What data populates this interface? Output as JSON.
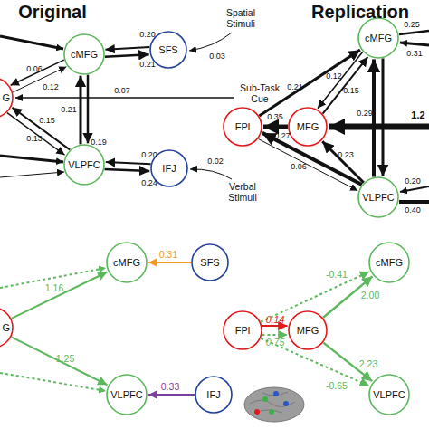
{
  "diagram": {
    "nodes": [
      {
        "text": [
          "cMFG"
        ]
      },
      {
        "text": [
          "SFS"
        ]
      },
      {
        "text": [
          "G"
        ]
      },
      {
        "text": [
          "VLPFC"
        ]
      },
      {
        "text": [
          "IFJ"
        ]
      },
      {
        "text": [
          "cMFG"
        ]
      },
      {
        "text": [
          "FPl"
        ]
      },
      {
        "text": [
          "MFG"
        ]
      },
      {
        "text": [
          "VLPFC"
        ]
      },
      {
        "text": [
          "cMFG"
        ]
      },
      {
        "text": [
          "SFS"
        ]
      },
      {
        "text": [
          "G"
        ]
      },
      {
        "text": [
          "VLPFC"
        ]
      },
      {
        "text": [
          "IFJ"
        ]
      },
      {
        "text": [
          "cMFG"
        ]
      },
      {
        "text": [
          "FPl"
        ]
      },
      {
        "text": [
          "MFG"
        ]
      },
      {
        "text": [
          "VLPFC"
        ]
      }
    ],
    "edges": [
      {
        "from": 1,
        "to": 0,
        "label": "0.20",
        "arrow": "to"
      },
      {
        "from": 0,
        "to": 1,
        "label": "0.21",
        "arrow": "to"
      },
      {
        "from": 3,
        "to": 0,
        "label": "0.21",
        "arrow": "to"
      },
      {
        "from": 0,
        "to": 3,
        "label": "0.19",
        "arrow": "to"
      },
      {
        "from": 2,
        "to": 0,
        "label": "0.06",
        "arrow": "to"
      },
      {
        "from": 0,
        "to": 2,
        "label": "0.12",
        "arrow": "to"
      },
      {
        "from": 3,
        "to": 2,
        "label": "0.15",
        "arrow": "to"
      },
      {
        "from": 2,
        "to": 3,
        "label": "0.13",
        "arrow": "to"
      },
      {
        "from": 4,
        "to": 3,
        "label": "0.20",
        "arrow": "to"
      },
      {
        "from": 3,
        "to": 4,
        "label": "0.24",
        "arrow": "to"
      },
      {
        "from": 6,
        "to": 5,
        "label": "0.21",
        "arrow": "to"
      },
      {
        "from": 7,
        "to": 5,
        "label": "0.15",
        "arrow": "to"
      },
      {
        "from": 5,
        "to": 7,
        "label": "0.12",
        "arrow": "to"
      },
      {
        "from": 7,
        "to": 6,
        "label": "0.35",
        "arrow": "to"
      },
      {
        "from": 8,
        "to": 5,
        "label": "0.29",
        "arrow": "to"
      },
      {
        "from": 5,
        "to": 8,
        "arrow": "to"
      },
      {
        "from": 8,
        "to": 6,
        "label": "0.27",
        "arrow": "to"
      },
      {
        "from": 8,
        "to": 7,
        "label": "0.23",
        "arrow": "to"
      },
      {
        "from": 6,
        "to": 8,
        "label": "0.06",
        "arrow": "to"
      },
      {
        "from": 10,
        "to": 9,
        "label": "0.31",
        "arrow": "to"
      },
      {
        "from": 11,
        "to": 9,
        "label": "1.16",
        "arrow": "to"
      },
      {
        "from": 11,
        "to": 12,
        "label": "1.25",
        "arrow": "to"
      },
      {
        "from": 13,
        "to": 12,
        "label": "0.33",
        "arrow": "to"
      },
      {
        "from": 15,
        "to": 14,
        "label": "-0.41",
        "arrow": "to"
      },
      {
        "from": 16,
        "to": 14,
        "label": "2.00",
        "arrow": "to"
      },
      {
        "from": 15,
        "to": 16,
        "label": "0.14",
        "arrow": "to"
      },
      {
        "from": 15,
        "to": 16,
        "label": "0.75",
        "arrow": "to"
      },
      {
        "from": 16,
        "to": 17,
        "label": "2.23",
        "arrow": "to"
      },
      {
        "from": 15,
        "to": 17,
        "label": "-0.65",
        "arrow": "to"
      }
    ],
    "labels": [
      "Original",
      "Replication",
      "Spatial Stimuli",
      "0.03",
      "Sub-Task Cue",
      "0.07",
      "Verbal Stimuli",
      "0.02",
      "0.25",
      "0.31",
      "1.2",
      "0.20",
      "0.40"
    ]
  }
}
